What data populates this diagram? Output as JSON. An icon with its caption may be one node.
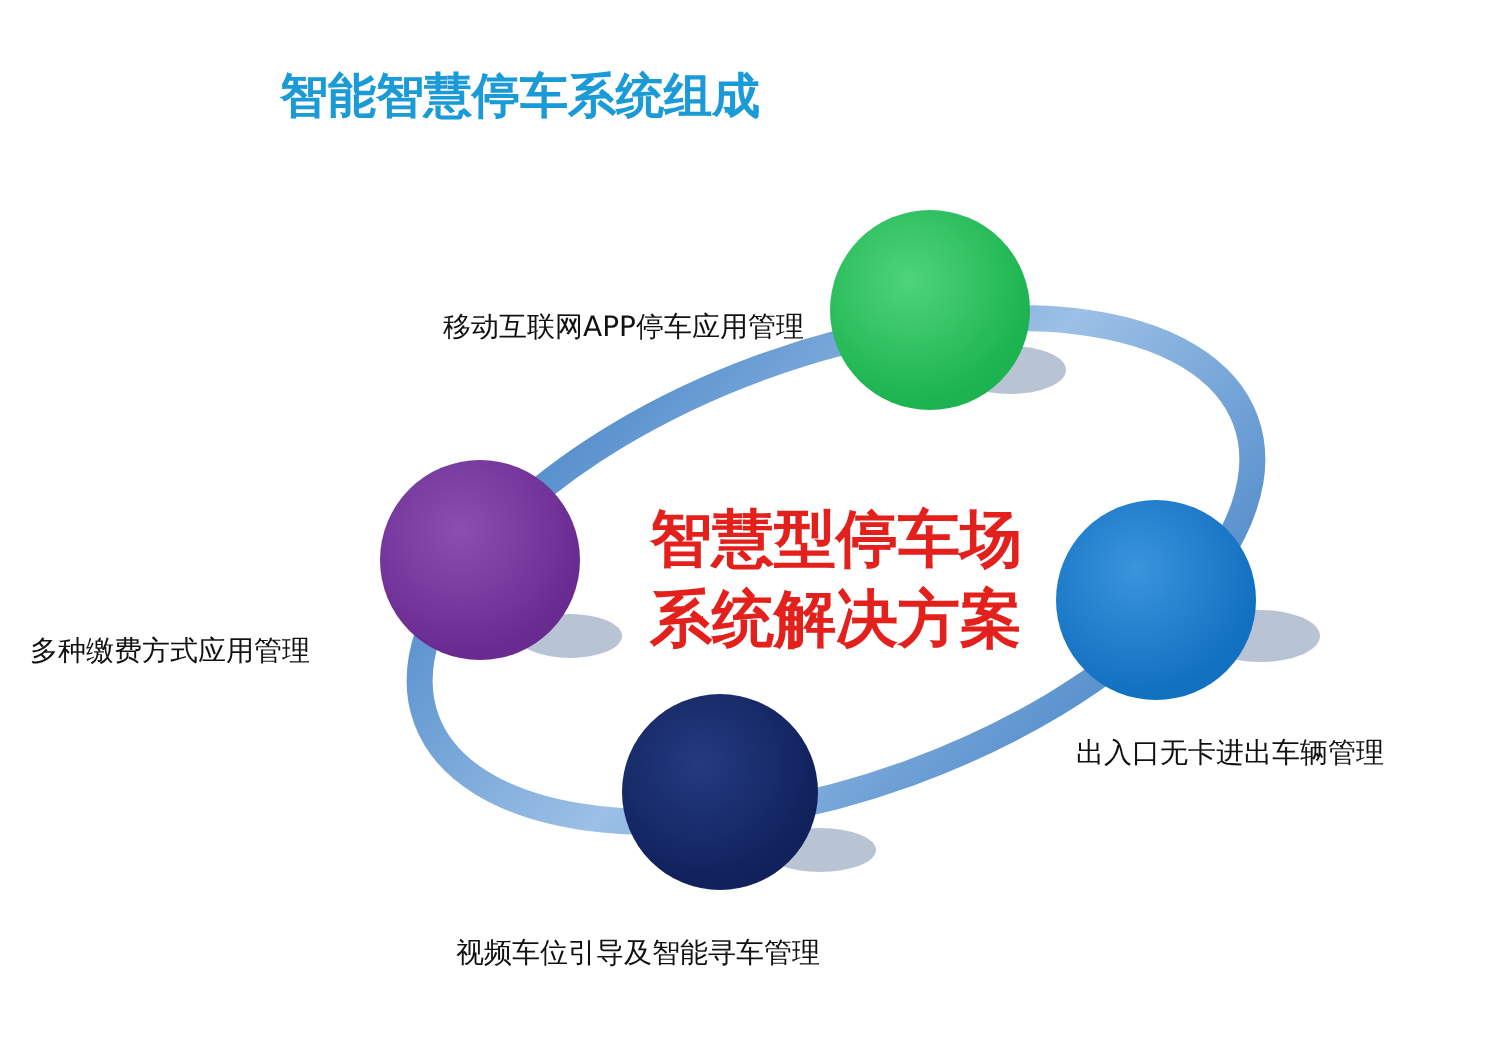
{
  "diagram": {
    "title": "智能智慧停车系统组成",
    "nodes": [
      {
        "text": [],
        "shape": "circle",
        "beside": [
          "移动互联网APP停车应用管理"
        ]
      },
      {
        "text": [],
        "shape": "circle",
        "beside": [
          "多种缴费方式应用管理"
        ]
      },
      {
        "text": [],
        "shape": "circle",
        "beside": [
          "出入口无卡进出车辆管理"
        ]
      },
      {
        "text": [],
        "shape": "circle",
        "beside": [
          "视频车位引导及智能寻车管理"
        ]
      }
    ],
    "labels": [
      "智慧型停车场系统解决方案"
    ]
  }
}
